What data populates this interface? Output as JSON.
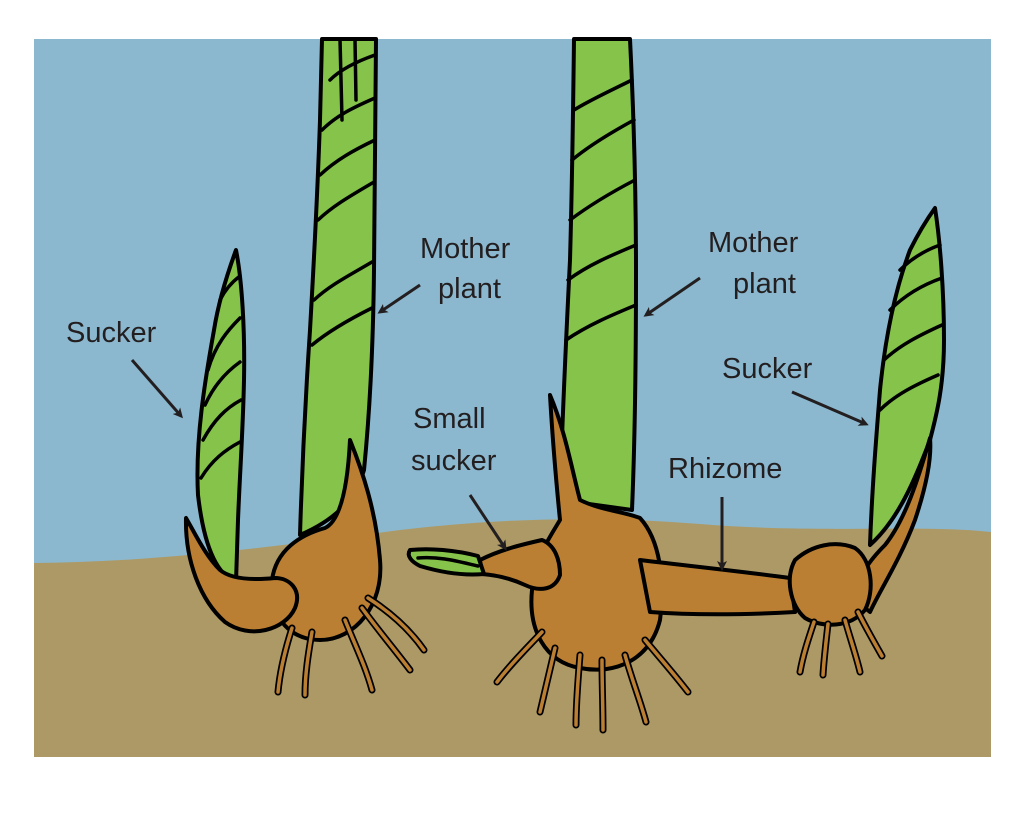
{
  "colors": {
    "water": "#8bb8cf",
    "soil": "#ad9966",
    "stem_green": "#85c34a",
    "bulb_brown": "#bb7f33",
    "outline": "#000000",
    "text": "#231f20"
  },
  "labels": {
    "sucker_left": "Sucker",
    "mother_left_line1": "Mother",
    "mother_left_line2": "plant",
    "mother_right_line1": "Mother",
    "mother_right_line2": "plant",
    "small_sucker_line1": "Small",
    "small_sucker_line2": "sucker",
    "rhizome": "Rhizome",
    "sucker_right": "Sucker"
  }
}
